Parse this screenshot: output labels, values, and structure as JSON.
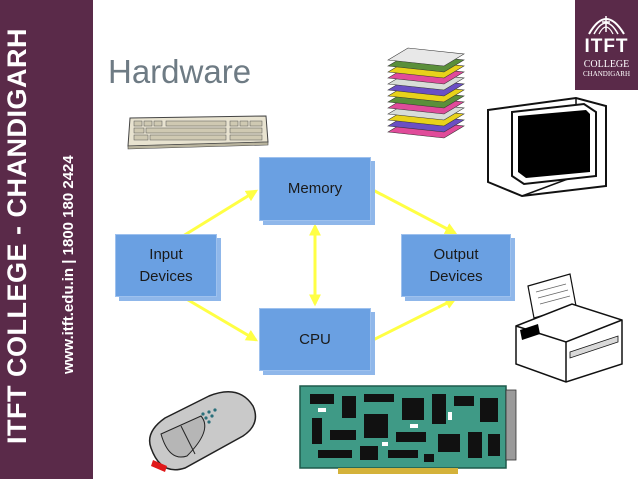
{
  "slide": {
    "title": "Hardware",
    "sidebar_brand": "ITFT COLLEGE - CHANDIGARH",
    "sidebar_contact": "www.itft.edu.in  |  1800 180 2424",
    "logo": {
      "name": "ITFT",
      "line1": "COLLEGE",
      "line2": "CHANDIGARH"
    }
  },
  "diagram": {
    "nodes": {
      "memory": "Memory",
      "cpu": "CPU",
      "input": "Input\nDevices",
      "output": "Output\nDevices"
    }
  },
  "colors": {
    "sidebar": "#5a2a49",
    "box": "#6aa0e2",
    "arrow": "#ffff44",
    "title": "#6e7b84"
  },
  "images": [
    "keyboard-icon",
    "floppy-disks-icon",
    "monitor-icon",
    "printer-icon",
    "mouse-icon",
    "circuit-board-icon"
  ]
}
